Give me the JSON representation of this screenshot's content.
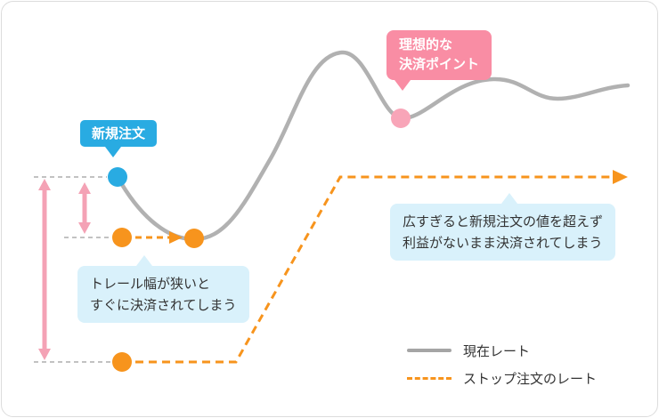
{
  "callouts": {
    "new_order": {
      "label": "新規注文"
    },
    "ideal_exit": {
      "line1": "理想的な",
      "line2": "決済ポイント"
    },
    "narrow_trail": {
      "line1": "トレール幅が狭いと",
      "line2": "すぐに決済されてしまう"
    },
    "wide_trail": {
      "line1": "広すぎると新規注文の値を超えず",
      "line2": "利益がないまま決済されてしまう"
    }
  },
  "legend": {
    "current_rate": "現在レート",
    "stop_order": "ストップ注文のレート"
  },
  "colors": {
    "new_order_blue": "#29abe2",
    "ideal_exit_pink": "#f98da4",
    "stop_order_orange": "#f7941d",
    "current_rate_gray": "#b1b1b1",
    "trail_arrow_pink": "#f4a2b5",
    "callout_sky_blue": "#d9f1fb",
    "text": "#333333"
  }
}
